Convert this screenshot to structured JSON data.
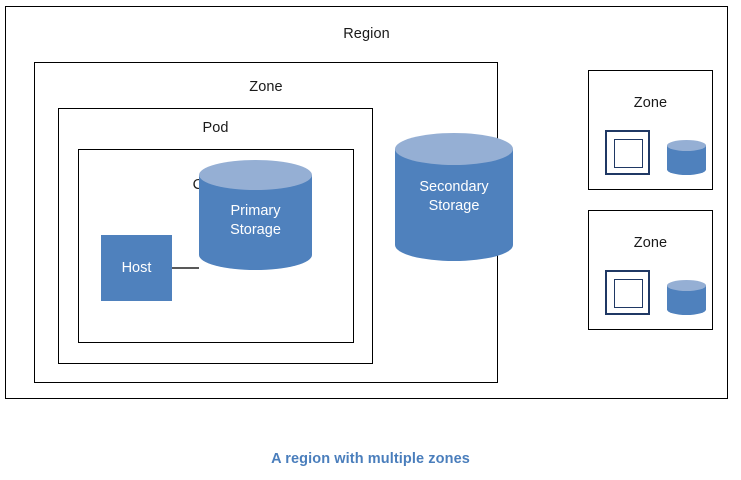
{
  "diagram": {
    "caption": "A region with multiple zones",
    "colors": {
      "shape_fill": "#4F81BD",
      "shape_top": "#95AFD4",
      "outline": "#000000",
      "caption": "#4A7EBC",
      "connector": "#595959",
      "mini_outline": "#1F3864"
    },
    "region": {
      "label": "Region",
      "zone_main": {
        "label": "Zone",
        "pod": {
          "label": "Pod",
          "cluster": {
            "label": "Cluster",
            "host": {
              "label": "Host",
              "icon": "server-rectangle"
            },
            "primary_storage": {
              "label_line1": "Primary",
              "label_line2": "Storage",
              "icon": "cylinder-database-icon"
            }
          }
        },
        "secondary_storage": {
          "label_line1": "Secondary",
          "label_line2": "Storage",
          "icon": "cylinder-database-icon"
        }
      },
      "zones_small": [
        {
          "label": "Zone",
          "cluster_icon": "nested-square-cluster-icon",
          "storage_icon": "cylinder-database-icon"
        },
        {
          "label": "Zone",
          "cluster_icon": "nested-square-cluster-icon",
          "storage_icon": "cylinder-database-icon"
        }
      ]
    }
  }
}
